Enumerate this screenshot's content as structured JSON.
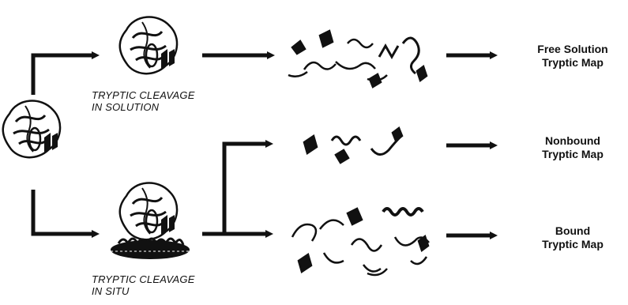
{
  "steps": {
    "solution": {
      "line1": "TRYPTIC CLEAVAGE",
      "line2": "IN SOLUTION"
    },
    "in_situ": {
      "line1": "TRYPTIC CLEAVAGE",
      "line2": "IN SITU"
    }
  },
  "outputs": {
    "free_solution": {
      "line1": "Free Solution",
      "line2": "Tryptic Map"
    },
    "nonbound": {
      "line1": "Nonbound",
      "line2": "Tryptic Map"
    },
    "bound": {
      "line1": "Bound",
      "line2": "Tryptic Map"
    }
  },
  "colors": {
    "ink": "#111111",
    "background": "#ffffff"
  },
  "icons": [
    "protein-ribbon-icon",
    "protein-on-support-icon",
    "peptide-fragments-icon",
    "arrow-icon"
  ]
}
